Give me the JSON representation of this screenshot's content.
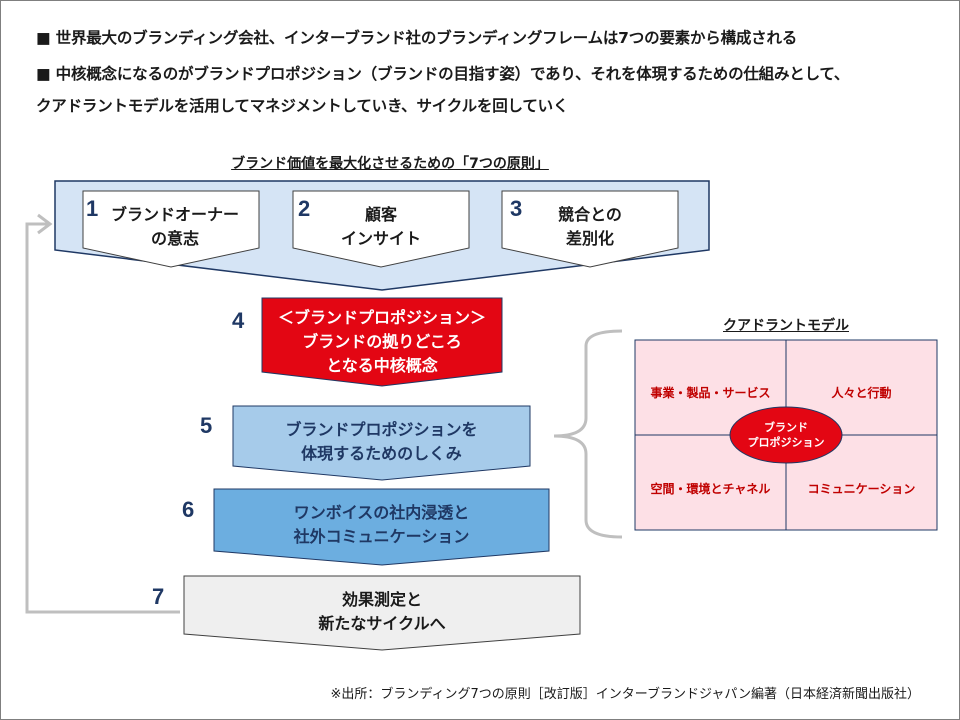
{
  "header": {
    "bullet1": "■ 世界最大のブランディング会社、インターブランド社のブランディングフレームは7つの要素から構成される",
    "bullet2": "■ 中核概念になるのがブランドプロポジション（ブランドの目指す姿）であり、それを体現するための仕組みとして、",
    "bullet2_cont": "クアドラントモデルを活用してマネジメントしていき、サイクルを回していく"
  },
  "principles": {
    "title": "ブランド価値を最大化させるための「7つの原則」",
    "items": [
      {
        "number": "1",
        "label": "ブランドオーナー\nの意志"
      },
      {
        "number": "2",
        "label": "顧客\nインサイト"
      },
      {
        "number": "3",
        "label": "競合との\n差別化"
      }
    ]
  },
  "steps": [
    {
      "number": "4",
      "label": "＜ブランドプロポジション＞\nブランドの拠りどころ\nとなる中核概念",
      "color": "#e30613"
    },
    {
      "number": "5",
      "label": "ブランドプロポジションを\n体現するためのしくみ",
      "color": "#a6cbea"
    },
    {
      "number": "6",
      "label": "ワンボイスの社内浸透と\n社外コミュニケーション",
      "color": "#6caee0"
    },
    {
      "number": "7",
      "label": "効果測定と\n新たなサイクルへ",
      "color": "#efefef"
    }
  ],
  "quadrant": {
    "title": "クアドラントモデル",
    "top_left": "事業・製品・サービス",
    "top_right": "人々と行動",
    "bottom_left": "空間・環境とチャネル",
    "bottom_right": "コミュニケーション",
    "center": "ブランド\nプロポジション",
    "bg_color": "#fde0e6",
    "border_color": "#c00000",
    "center_color": "#e30613"
  },
  "source": "※出所：ブランディング7つの原則［改訂版］インターブランドジャパン編著（日本経済新聞出版社）"
}
